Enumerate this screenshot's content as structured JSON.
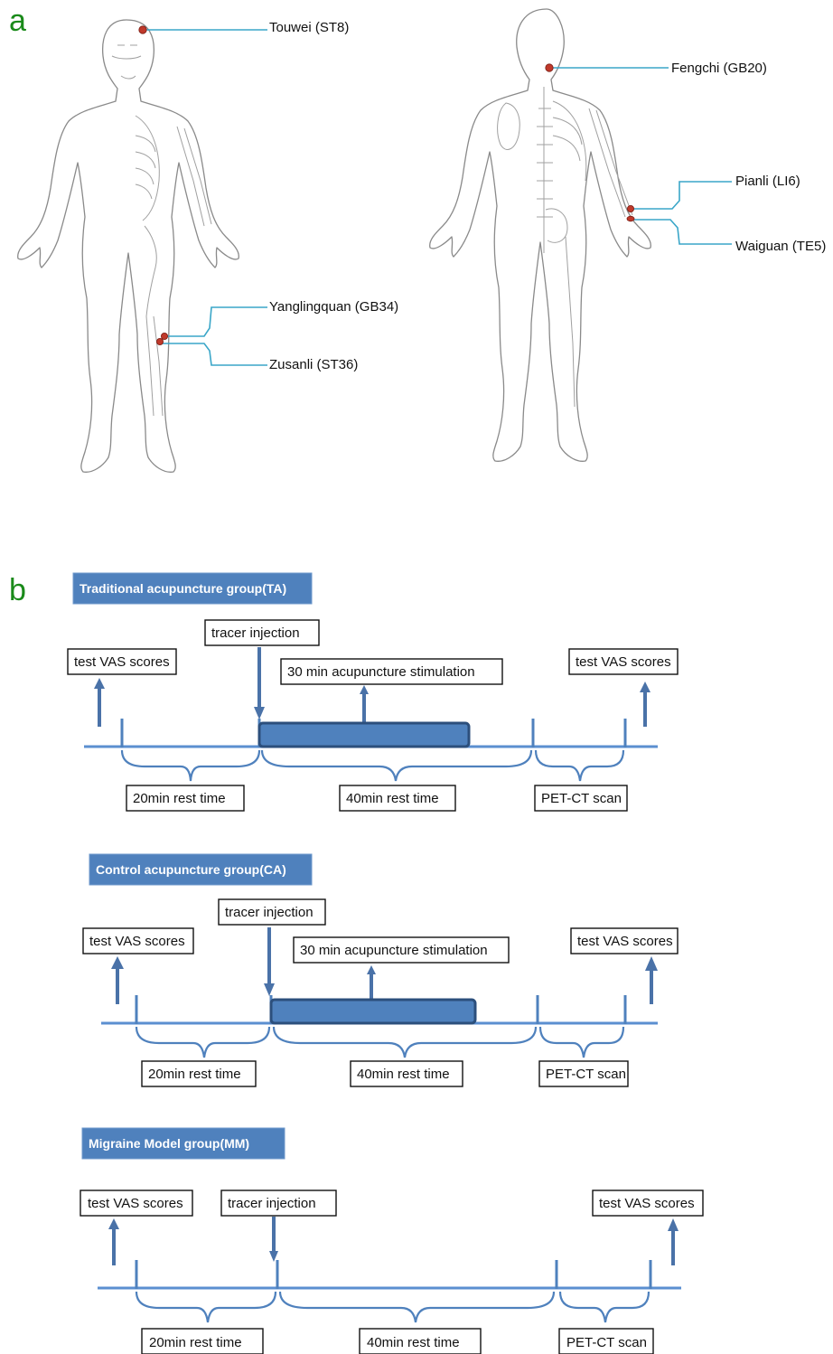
{
  "panels": {
    "a": "a",
    "b": "b"
  },
  "acupoints": [
    {
      "name": "Touwei (ST8)"
    },
    {
      "name": "Fengchi (GB20)"
    },
    {
      "name": "Pianli (LI6)"
    },
    {
      "name": "Waiguan (TE5)"
    },
    {
      "name": "Yanglingquan (GB34)"
    },
    {
      "name": "Zusanli (ST36)"
    }
  ],
  "colors": {
    "panel_letter": "#1a8a1a",
    "group_header": "#4f81bd",
    "leader_line": "#3aa6c8",
    "acupoint": "#c0392b",
    "timeline": "#5b8fd0"
  },
  "groups": [
    {
      "title": "Traditional acupuncture group(TA)",
      "vas_before": "test VAS scores",
      "tracer": "tracer injection",
      "stimulation": "30 min  acupuncture stimulation",
      "vas_after": "test VAS scores",
      "rest1": "20min rest time",
      "rest2": "40min rest time",
      "scan": "PET-CT scan"
    },
    {
      "title": "Control acupuncture group(CA)",
      "vas_before": "test VAS scores",
      "tracer": "tracer injection",
      "stimulation": "30 min  acupuncture stimulation",
      "vas_after": "test VAS scores",
      "rest1": "20min rest time",
      "rest2": "40min rest time",
      "scan": "PET-CT scan"
    },
    {
      "title": "Migraine Model group(MM)",
      "vas_before": "test VAS scores",
      "tracer": "tracer injection",
      "vas_after": "test VAS scores",
      "rest1": "20min rest time",
      "rest2": "40min rest time",
      "scan": "PET-CT scan"
    }
  ]
}
